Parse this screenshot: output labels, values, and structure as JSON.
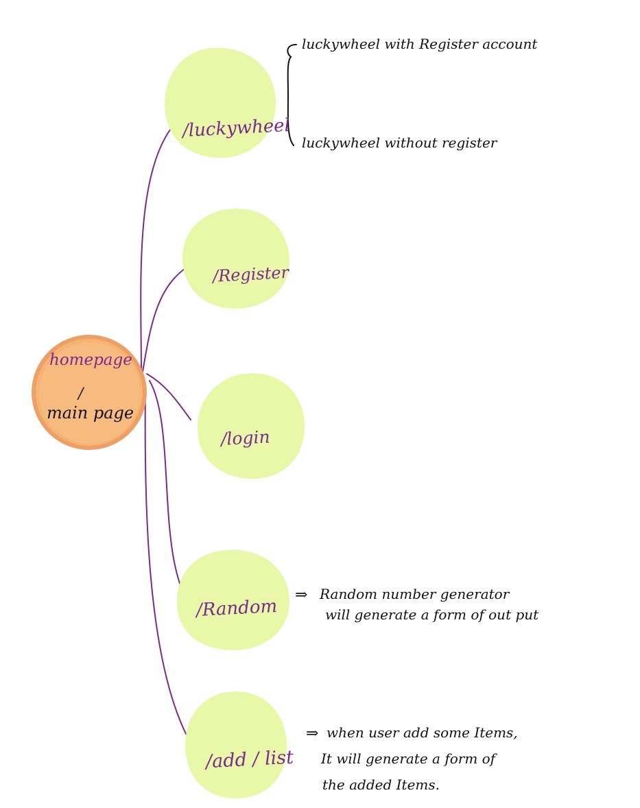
{
  "colors": {
    "node_fill": "#e8f8a8",
    "home_fill": "#f5b374",
    "home_ring": "#eda065",
    "link_color": "#7a2a8c",
    "ink": "#111111"
  },
  "home": {
    "line1": "homepage",
    "line2": "/",
    "line3": "main page"
  },
  "routes": [
    {
      "label": "/luckywheel"
    },
    {
      "label": "/Register"
    },
    {
      "label": "/login"
    },
    {
      "label": "/Random"
    },
    {
      "label": "/add / list"
    }
  ],
  "notes": {
    "luckywheel": {
      "line1": "luckywheel with Register account",
      "line2": "luckywheel without register"
    },
    "random": {
      "arrow": "⇒",
      "line1": "Random number generator",
      "line2": "will generate a form of out put"
    },
    "add_list": {
      "arrow": "⇒",
      "line1": "when user add some Items,",
      "line2": "It will generate a form of",
      "line3": "the added Items."
    }
  }
}
